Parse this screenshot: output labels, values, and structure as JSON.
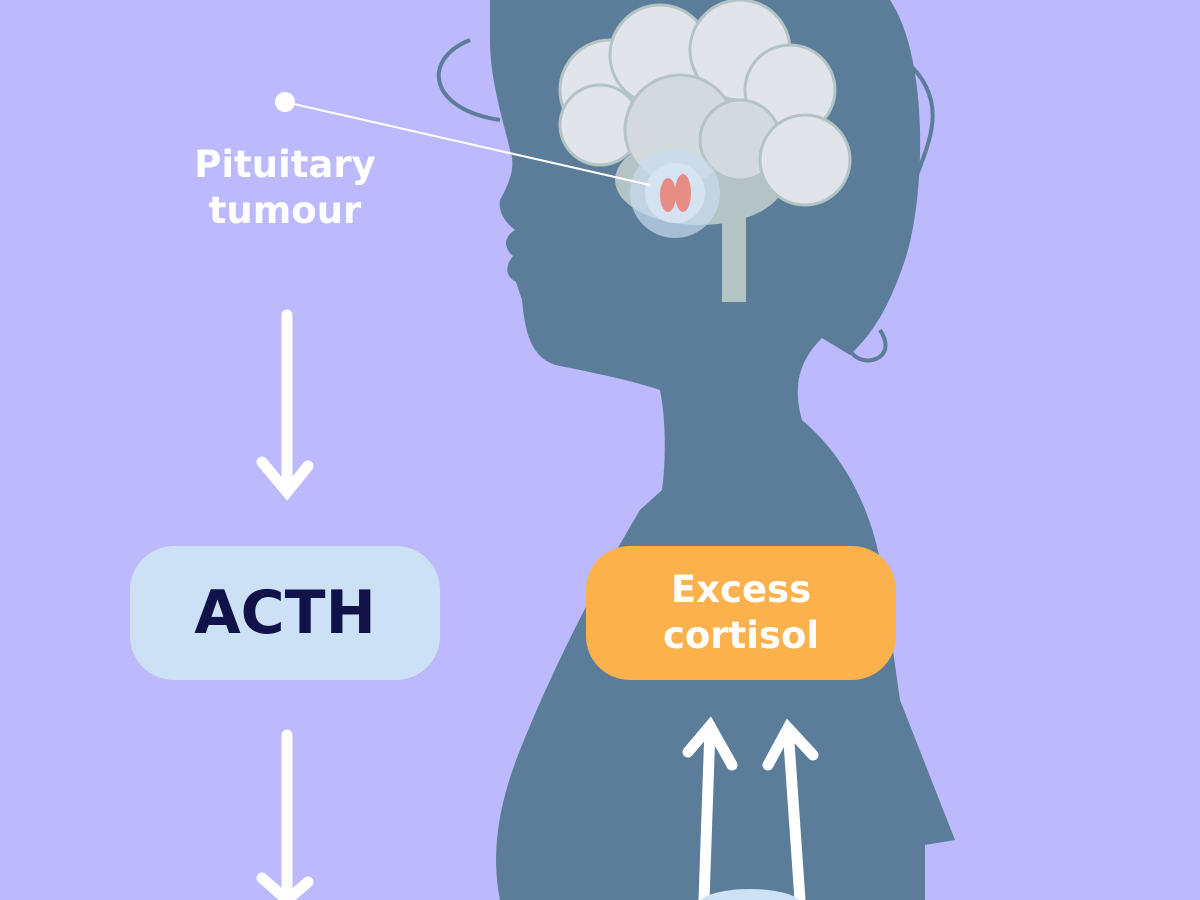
{
  "labels": {
    "pituitary": "Pituitary tumour",
    "acth": "ACTH",
    "excess_cortisol": "Excess cortisol"
  },
  "colors": {
    "background": "#bdb9fd",
    "silhouette": "#5b7d99",
    "acth_box": "#cde1f4",
    "cortisol_box": "#fbb24d",
    "dark_text": "#12124a"
  }
}
